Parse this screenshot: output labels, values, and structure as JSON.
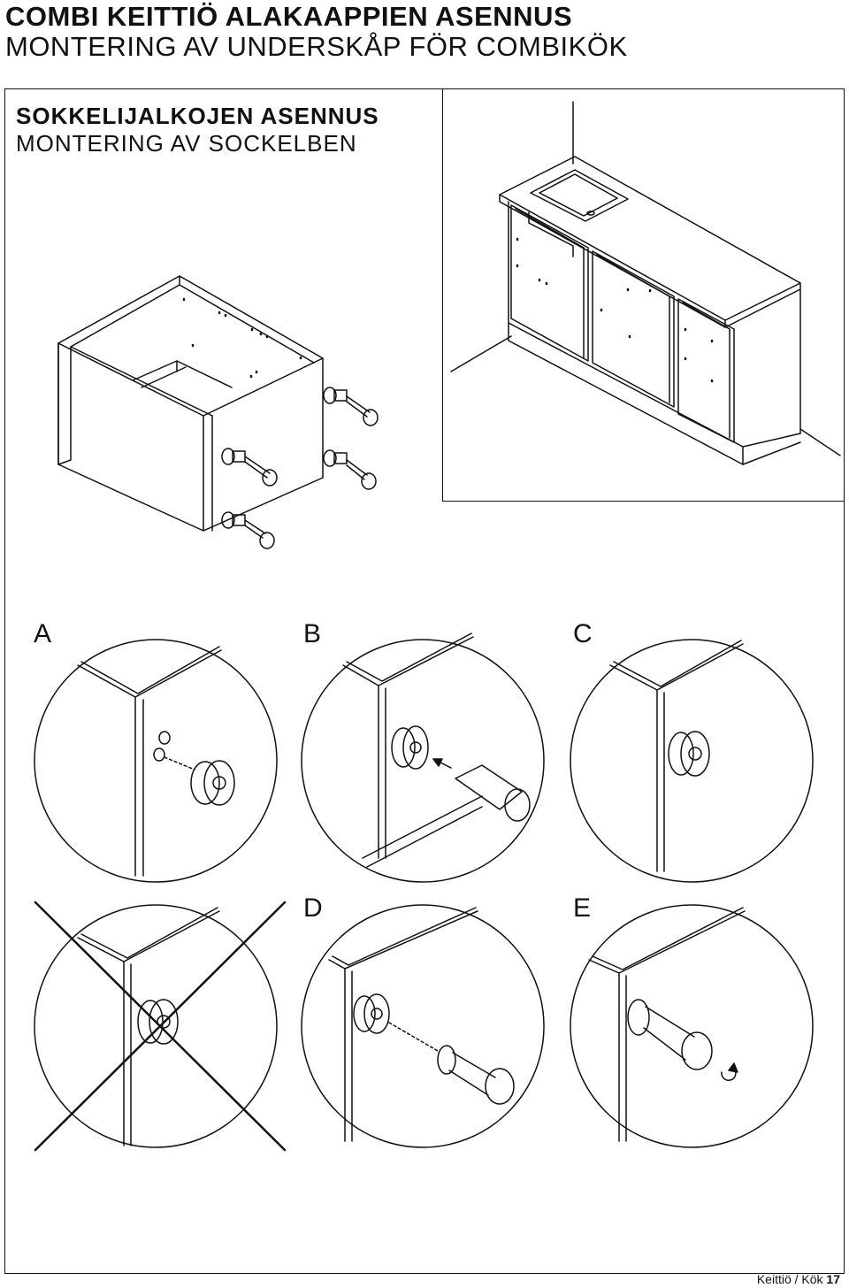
{
  "header": {
    "title_fi": "COMBI KEITTIÖ ALAKAAPPIEN ASENNUS",
    "title_sv": "MONTERING AV UNDERSKÅP FÖR COMBIKÖK"
  },
  "section": {
    "title_fi": "SOKKELIJALKOJEN ASENNUS",
    "title_sv": "MONTERING AV SOCKELBEN"
  },
  "steps": [
    {
      "label": "A",
      "status": "ok"
    },
    {
      "label": "B",
      "status": "ok"
    },
    {
      "label": "C",
      "status": "ok"
    },
    {
      "label": "",
      "status": "wrong"
    },
    {
      "label": "D",
      "status": "ok"
    },
    {
      "label": "E",
      "status": "ok"
    }
  ],
  "footer": {
    "text": "Keittiö / Kök",
    "page_number": "17"
  }
}
